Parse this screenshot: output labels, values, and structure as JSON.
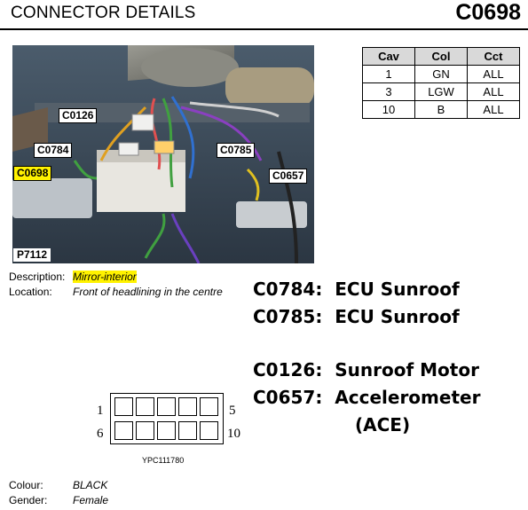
{
  "header": {
    "title": "CONNECTOR DETAILS",
    "code": "C0698"
  },
  "photo": {
    "id_label": "P7112",
    "callouts": [
      "C0126",
      "C0784",
      "C0785",
      "C0698",
      "C0657"
    ],
    "highlighted_callout": "C0698"
  },
  "pin_table": {
    "columns": [
      "Cav",
      "Col",
      "Cct"
    ],
    "rows": [
      [
        "1",
        "GN",
        "ALL"
      ],
      [
        "3",
        "LGW",
        "ALL"
      ],
      [
        "10",
        "B",
        "ALL"
      ]
    ]
  },
  "description": {
    "label": "Description:",
    "value": "Mirror-interior"
  },
  "location": {
    "label": "Location:",
    "value": "Front of headlining in the centre"
  },
  "notes": [
    "C0784:  ECU Sunroof",
    "C0785:  ECU Sunroof",
    "C0126:  Sunroof Motor",
    "C0657:  Accelerometer",
    "(ACE)"
  ],
  "connector_face": {
    "pin_labels": [
      "1",
      "5",
      "6",
      "10"
    ],
    "part_number": "YPC111780"
  },
  "colour": {
    "label": "Colour:",
    "value": "BLACK"
  },
  "gender": {
    "label": "Gender:",
    "value": "Female"
  }
}
